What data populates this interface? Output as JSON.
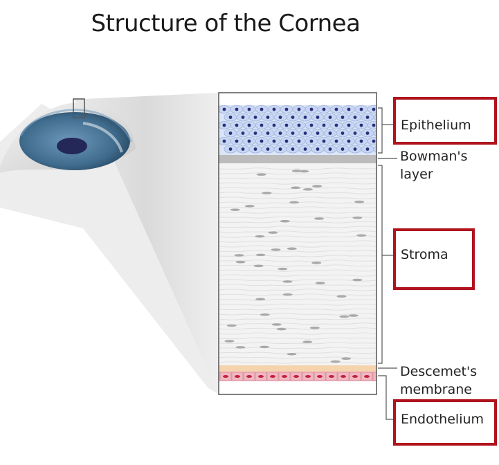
{
  "title": "Structure of the Cornea",
  "labels": {
    "epithelium": "Epithelium",
    "bowmans_layer": "Bowman's layer",
    "stroma": "Stroma",
    "descemets_membrane": "Descemet's membrane",
    "endothelium": "Endothelium"
  },
  "highlighted_labels": [
    "Epithelium",
    "Stroma",
    "Endothelium"
  ],
  "colors": {
    "highlight_box": "#b0131c",
    "epithelium_cells": "#c8d6f2",
    "epithelium_nuclei": "#2a2f7d",
    "bowmans_layer": "#b9b9b9",
    "stroma": "#f2f2f2",
    "descemets_membrane": "#f4d3ad",
    "endothelium": "#f0b7c1",
    "endothelium_nuclei": "#c2233f",
    "iris": "#4b7496"
  }
}
